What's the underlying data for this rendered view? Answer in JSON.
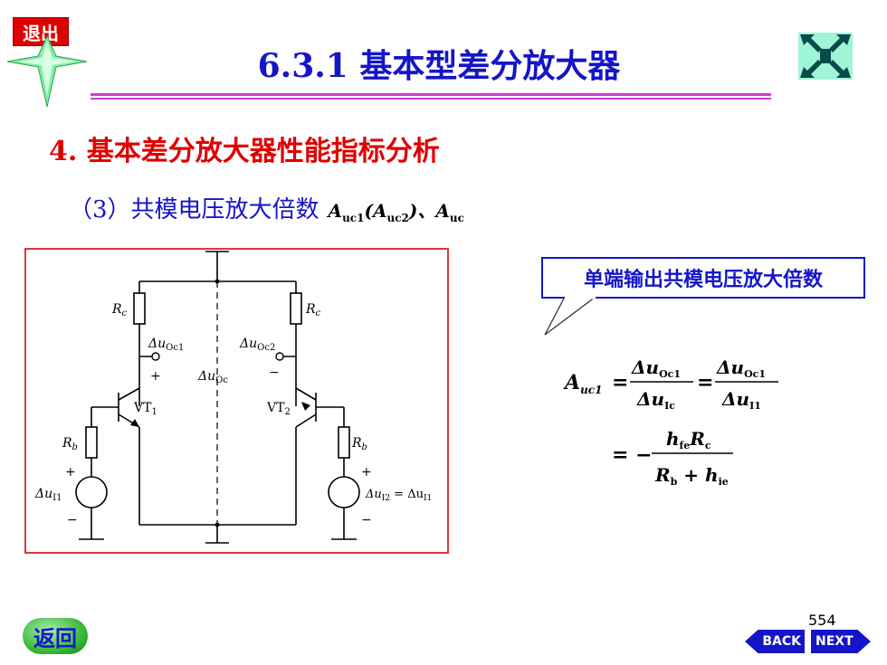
{
  "header": {
    "exit_label": "退出",
    "title": "6.3.1 基本型差分放大器"
  },
  "section": {
    "heading": "4. 基本差分放大器性能指标分析",
    "subsection": "（3）共模电压放大倍数",
    "symbol": {
      "A1": "A",
      "s1": "uc1",
      "paren_open": "(",
      "A2": "A",
      "s2": "uc2",
      "paren_close": ")、",
      "A3": "A",
      "s3": "uc"
    }
  },
  "circuit": {
    "rc_left": "R",
    "rc_left_sub": "c",
    "rc_right": "R",
    "rc_right_sub": "c",
    "rb_left": "R",
    "rb_left_sub": "b",
    "rb_right": "R",
    "rb_right_sub": "b",
    "u_oc1": "Δu",
    "u_oc1_sub": "Oc1",
    "u_oc2": "Δu",
    "u_oc2_sub": "Oc2",
    "u_oc": "Δu",
    "u_oc_sub": "Oc",
    "plus": "+",
    "minus": "−",
    "vt1": "VT",
    "vt1_sub": "1",
    "vt2": "VT",
    "vt2_sub": "2",
    "u_i1": "Δu",
    "u_i1_sub": "I1",
    "u_i2": "Δu",
    "u_i2_sub": "I2",
    "u_i2_eq": " = Δu",
    "u_i2_eq_sub": "I1"
  },
  "callout": {
    "text": "单端输出共模电压放大倍数"
  },
  "formula": {
    "lhs": "A",
    "lhs_sub": "uc1",
    "eq": "=",
    "num1": "Δu",
    "num1_sub": "Oc1",
    "den1": "Δu",
    "den1_sub": "Ic",
    "num2": "Δu",
    "num2_sub": "Oc1",
    "den2": "Δu",
    "den2_sub": "I1",
    "eq2": "= −",
    "num3a": "h",
    "num3a_sub": "fe",
    "num3b": "R",
    "num3b_sub": "c",
    "den3a": "R",
    "den3a_sub": "b",
    "den3plus": " + ",
    "den3b": "h",
    "den3b_sub": "ie"
  },
  "footer": {
    "page_number": "554",
    "back_label": "返回",
    "back_nav": "BACK",
    "next_nav": "NEXT"
  },
  "colors": {
    "title_blue": "#1515c8",
    "heading_red": "#e00000",
    "frame_red": "#d83a3a",
    "rule_magenta": "#d040d0"
  },
  "icons": {
    "star": "four-point-star-icon",
    "nav": "four-arrows-icon"
  }
}
